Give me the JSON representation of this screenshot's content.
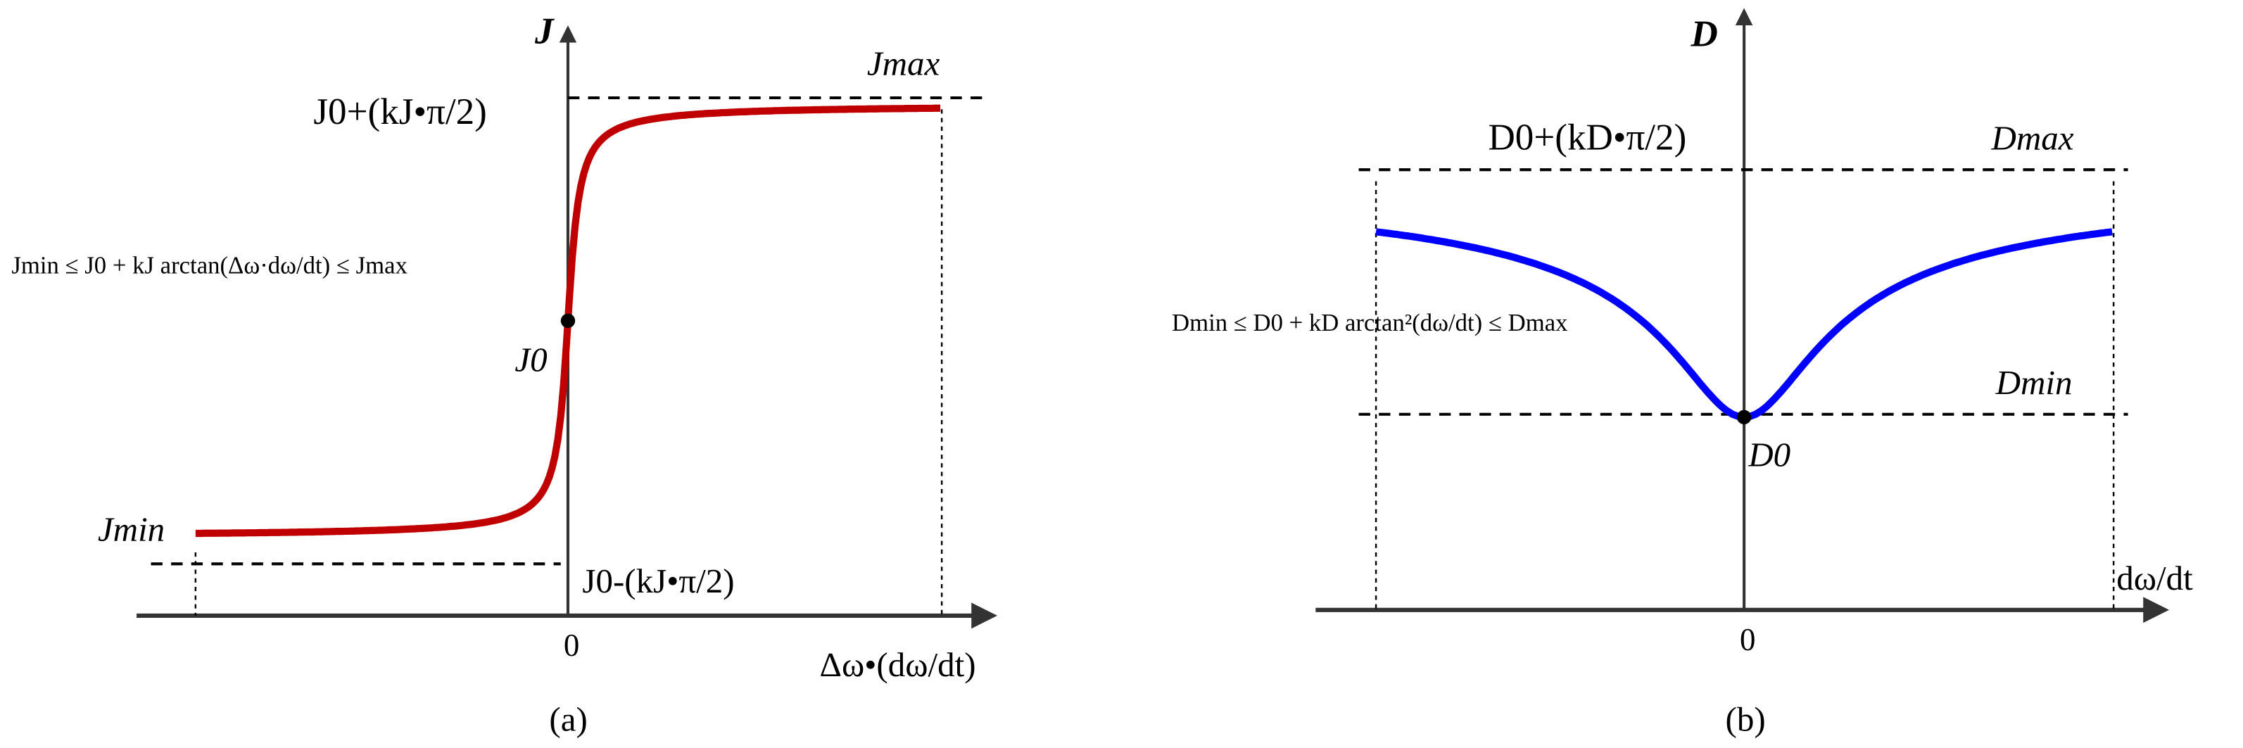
{
  "figure": {
    "panel_a": {
      "caption": "(a)",
      "y_axis_label": "J",
      "x_axis_label": "Δω•(dω/dt)",
      "origin_label": "0",
      "upper_asymptote_label": "J0+(kJ•π/2)",
      "lower_asymptote_label": "J0-(kJ•π/2)",
      "max_label": "Jmax",
      "min_label": "Jmin",
      "center_point_label": "J0",
      "formula": "Jmin ≤ J0 + kJ arctan(Δω·dω/dt) ≤ Jmax",
      "curve_color": "#c00000"
    },
    "panel_b": {
      "caption": "(b)",
      "y_axis_label": "D",
      "x_axis_label": "dω/dt",
      "origin_label": "0",
      "upper_asymptote_label": "D0+(kD•π/2)",
      "max_label": "Dmax",
      "min_label": "Dmin",
      "center_point_label": "D0",
      "formula": "Dmin ≤ D0 + kD arctan²(dω/dt) ≤ Dmax",
      "curve_color": "#0000ff"
    }
  },
  "chart_data": [
    {
      "type": "line",
      "title": "(a)",
      "xlabel": "Δω•(dω/dt)",
      "ylabel": "J",
      "function": "J = J0 + kJ·arctan(x)",
      "shape": "sigmoid (arctan), increasing",
      "annotations": [
        "J0+(kJ•π/2)",
        "J0-(kJ•π/2)",
        "Jmax",
        "Jmin",
        "J0",
        "0"
      ],
      "grid": false,
      "legend": null,
      "series": [
        {
          "name": "J",
          "color": "#c00000"
        }
      ]
    },
    {
      "type": "line",
      "title": "(b)",
      "xlabel": "dω/dt",
      "ylabel": "D",
      "function": "D = D0 + kD·arctan²(x)",
      "shape": "symmetric V/bell-inverse, minimum at origin",
      "annotations": [
        "D0+(kD•π/2)",
        "Dmax",
        "Dmin",
        "D0",
        "0"
      ],
      "grid": false,
      "legend": null,
      "series": [
        {
          "name": "D",
          "color": "#0000ff"
        }
      ]
    }
  ]
}
